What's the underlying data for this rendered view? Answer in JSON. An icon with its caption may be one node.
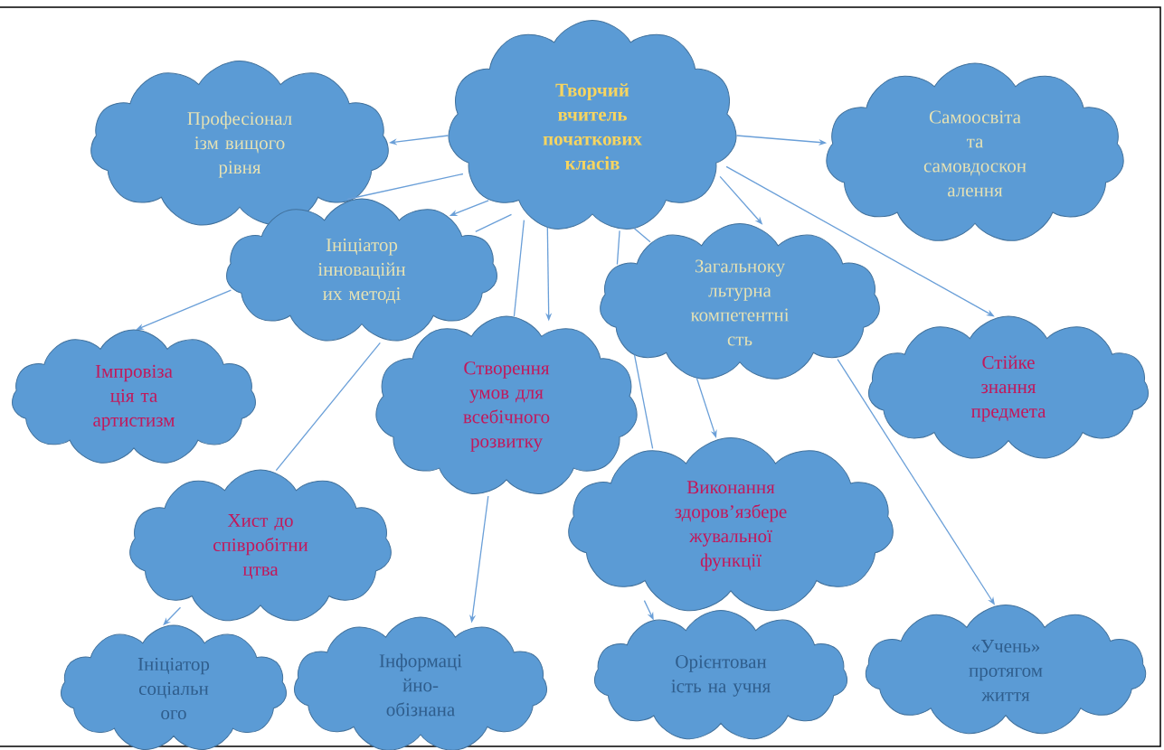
{
  "diagram": {
    "nodes": [
      {
        "text": [
          "Творчий вчитель початкових класів"
        ]
      },
      {
        "text": [
          "Професіонал ізм вищого рівня"
        ]
      },
      {
        "text": [
          "Самоосвіта та самовдоскон алення"
        ]
      },
      {
        "text": [
          "Ініціатор інноваційн их методі"
        ]
      },
      {
        "text": [
          "Загальноку льтурна компетентні сть"
        ]
      },
      {
        "text": [
          "Імпровіза ція та артистизм"
        ]
      },
      {
        "text": [
          "Створення умов для всебічного розвитку"
        ]
      },
      {
        "text": [
          "Стійке знання предмета"
        ]
      },
      {
        "text": [
          "Хист до співробітни цтва"
        ]
      },
      {
        "text": [
          "Виконання здоров’язбере жувальної функції"
        ]
      },
      {
        "text": [
          "Ініціатор соціальн ого"
        ]
      },
      {
        "text": [
          "Інформаці йно- обізнана"
        ]
      },
      {
        "text": [
          "Орієнтован ість на учня"
        ]
      },
      {
        "text": [
          "«Учень» протягом життя"
        ]
      }
    ],
    "edges": [
      {
        "from": 0,
        "to": 1,
        "arrow": "to"
      },
      {
        "from": 0,
        "to": 2,
        "arrow": "to"
      },
      {
        "from": 0,
        "to": 3,
        "arrow": "to"
      },
      {
        "from": 0,
        "to": 3,
        "arrow": "none"
      },
      {
        "from": 3,
        "to": 5,
        "arrow": "to"
      },
      {
        "from": 0,
        "to": 3,
        "arrow": "none"
      },
      {
        "from": 3,
        "to": 8,
        "arrow": "none"
      },
      {
        "from": 8,
        "to": 10,
        "arrow": "to"
      },
      {
        "from": 0,
        "to": 6,
        "arrow": "none"
      },
      {
        "from": 0,
        "to": 6,
        "arrow": "to"
      },
      {
        "from": 6,
        "to": 11,
        "arrow": "to"
      },
      {
        "from": 0,
        "to": 4,
        "arrow": "none"
      },
      {
        "from": 4,
        "to": 9,
        "arrow": "none"
      },
      {
        "from": 9,
        "to": 12,
        "arrow": "to"
      },
      {
        "from": 0,
        "to": 4,
        "arrow": "none"
      },
      {
        "from": 4,
        "to": 9,
        "arrow": "to"
      },
      {
        "from": 0,
        "to": 4,
        "arrow": "to"
      },
      {
        "from": 0,
        "to": 7,
        "arrow": "to"
      },
      {
        "from": 4,
        "to": 13,
        "arrow": "to"
      }
    ]
  }
}
